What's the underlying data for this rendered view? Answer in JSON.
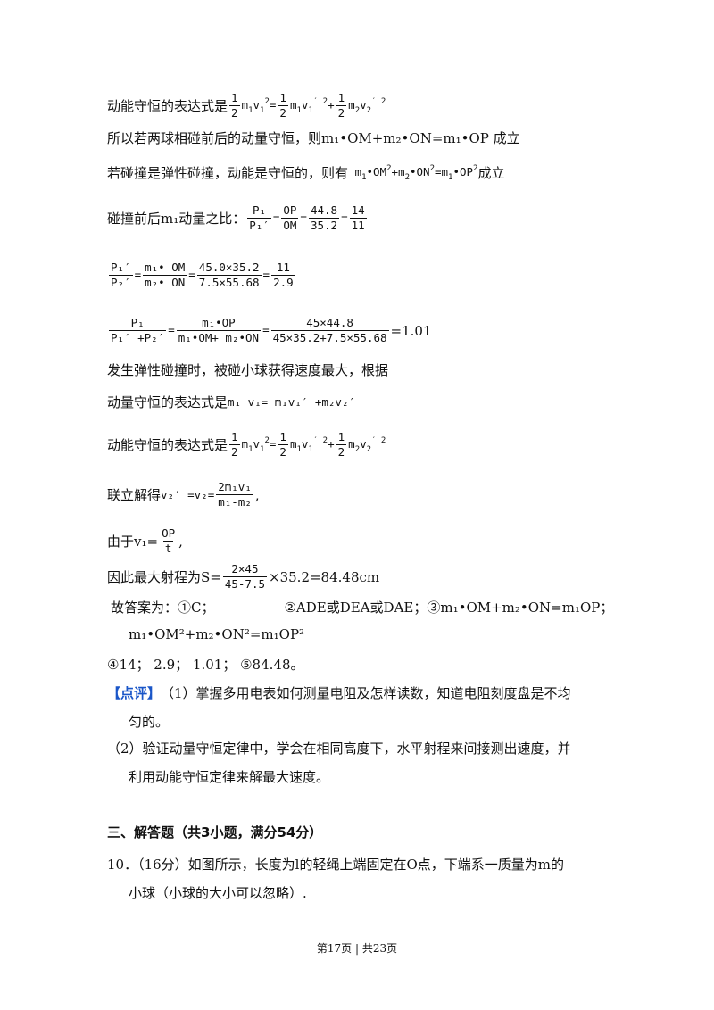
{
  "lines": {
    "l1_prefix": "动能守恒的表达式是",
    "l2": "所以若两球相碰前后的动量守恒，则m₁•OM+m₂•ON=m₁•OP 成立",
    "l3_prefix": "若碰撞是弹性碰撞，动能是守恒的，则有",
    "l3_suffix": "成立",
    "l4_prefix": "碰撞前后m₁动量之比：",
    "l4_f1_num": "P₁",
    "l4_f1_den": "P₁′",
    "l4_f2_num": "OP",
    "l4_f2_den": "OM",
    "l4_f3_num": "44.8",
    "l4_f3_den": "35.2",
    "l4_f4_num": "14",
    "l4_f4_den": "11",
    "l5_f1_num": "P₁′",
    "l5_f1_den": "P₂′",
    "l5_f2_num": "m₁• OM",
    "l5_f2_den": "m₂• ON",
    "l5_f3_num": "45.0×35.2",
    "l5_f3_den": "7.5×55.68",
    "l5_f4_num": "11",
    "l5_f4_den": "2.9",
    "l6_f1_num": "P₁",
    "l6_f1_den": "P₁′ +P₂′",
    "l6_f2_num": "m₁•OP",
    "l6_f2_den": "m₁•OM+ m₂•ON",
    "l6_f3_num": "45×44.8",
    "l6_f3_den": "45×35.2+7.5×55.68",
    "l6_result": "=1.01",
    "l7": "发生弹性碰撞时，被碰小球获得速度最大，根据",
    "l8_prefix": "动量守恒的表达式是",
    "l8_eq": "m₁ v₁=  m₁v₁′ +m₂v₂′",
    "l9_prefix": "动能守恒的表达式是",
    "l10_prefix": "联立解得",
    "l10_lhs": "v₂′ =v₂=",
    "l10_num": "2m₁v₁",
    "l10_den": "m₁-m₂",
    "l10_suffix": ",",
    "l11_prefix": "由于v₁=",
    "l11_num": "OP",
    "l11_den": "t",
    "l11_suffix": ",",
    "l12_prefix": "因此最大射程为S=",
    "l12_num": "2×45",
    "l12_den": "45-7.5",
    "l12_suffix": "×35.2=84.48cm",
    "l13_a": "故答案为：①C；",
    "l13_b": "②ADE或DEA或DAE；③m₁•OM+m₂•ON=m₁OP；",
    "l14": "m₁•OM²+m₂•ON²=m₁OP²",
    "l15": "④14；   2.9；   1.01；    ⑤84.48。",
    "l16_tag": "【点评】",
    "l16_text": "（1）掌握多用电表如何测量电阻及怎样读数，知道电阻刻度盘是不均",
    "l17": "匀的。",
    "l18": "（2）验证动量守恒定律中，学会在相同高度下，水平射程来间接测出速度，并",
    "l19": "利用动能守恒定律来解最大速度。",
    "section": "三、解答题（共3小题，满分54分）",
    "q10": "10．（16分）如图所示，长度为l的轻绳上端固定在O点，下端系一质量为m的",
    "q10b": "小球（小球的大小可以忽略）."
  },
  "footer": "第17页 | 共23页",
  "colors": {
    "accent": "#1a56c8"
  }
}
